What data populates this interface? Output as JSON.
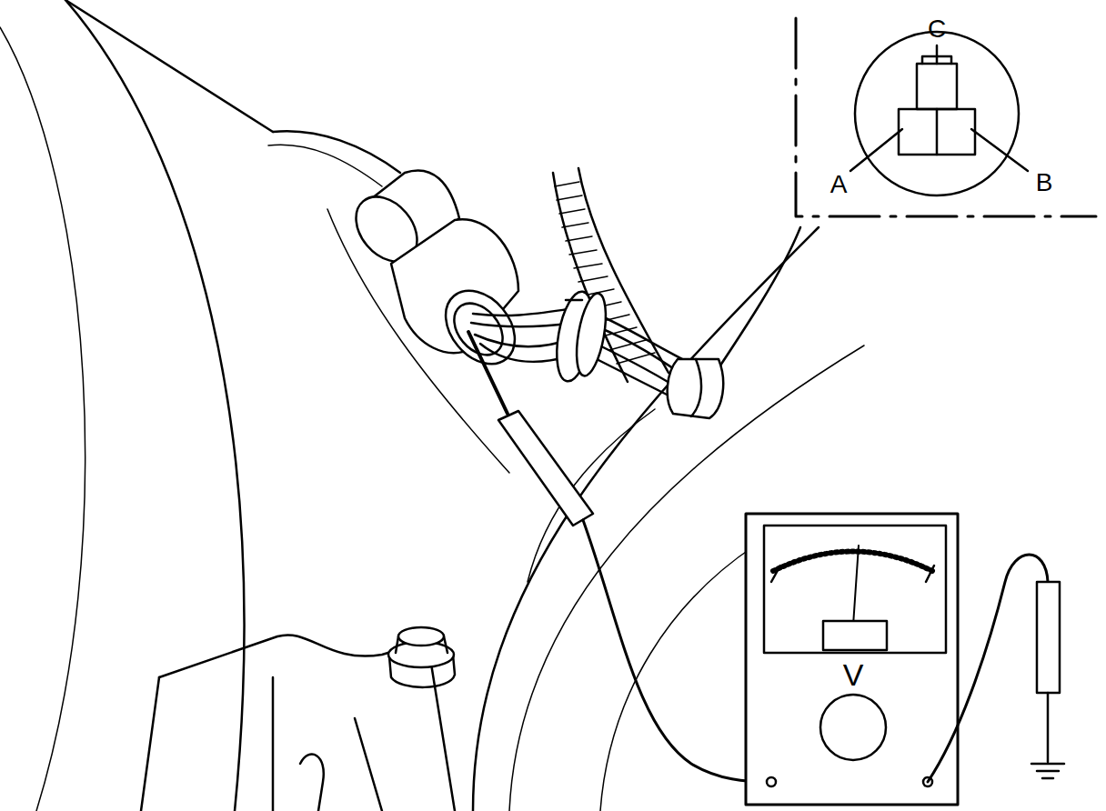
{
  "diagram": {
    "labels": [
      "C",
      "A",
      "B",
      "V"
    ]
  }
}
